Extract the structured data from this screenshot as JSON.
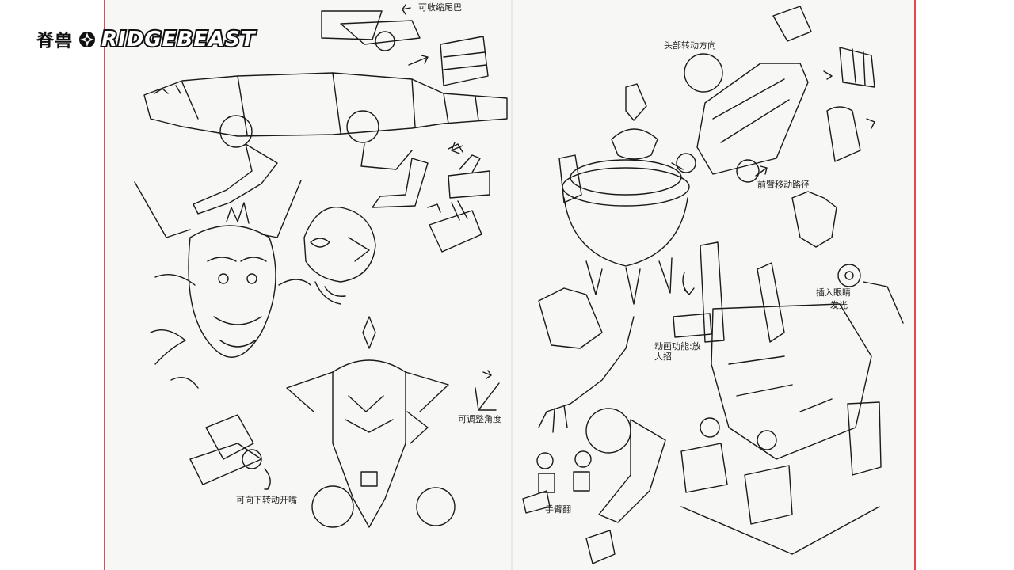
{
  "logo": {
    "cn": "脊兽",
    "en": "RIDGEBEAST"
  },
  "annotations": {
    "tail": "可收缩尾巴",
    "head_rotation": "头部转动方向",
    "forearm_path": "前臂移动路径",
    "insert_eye": "插入眼睛",
    "glow": "发光",
    "launch_move": "动画功能:放大招",
    "adjustable_angle": "可调整角度",
    "mouth_rotate": "可向下转动开嘴",
    "arm_flip": "手臂翻"
  },
  "colors": {
    "page": "#f7f7f5",
    "ink": "#1a1a1a",
    "edge_accent": "#e5484d"
  }
}
